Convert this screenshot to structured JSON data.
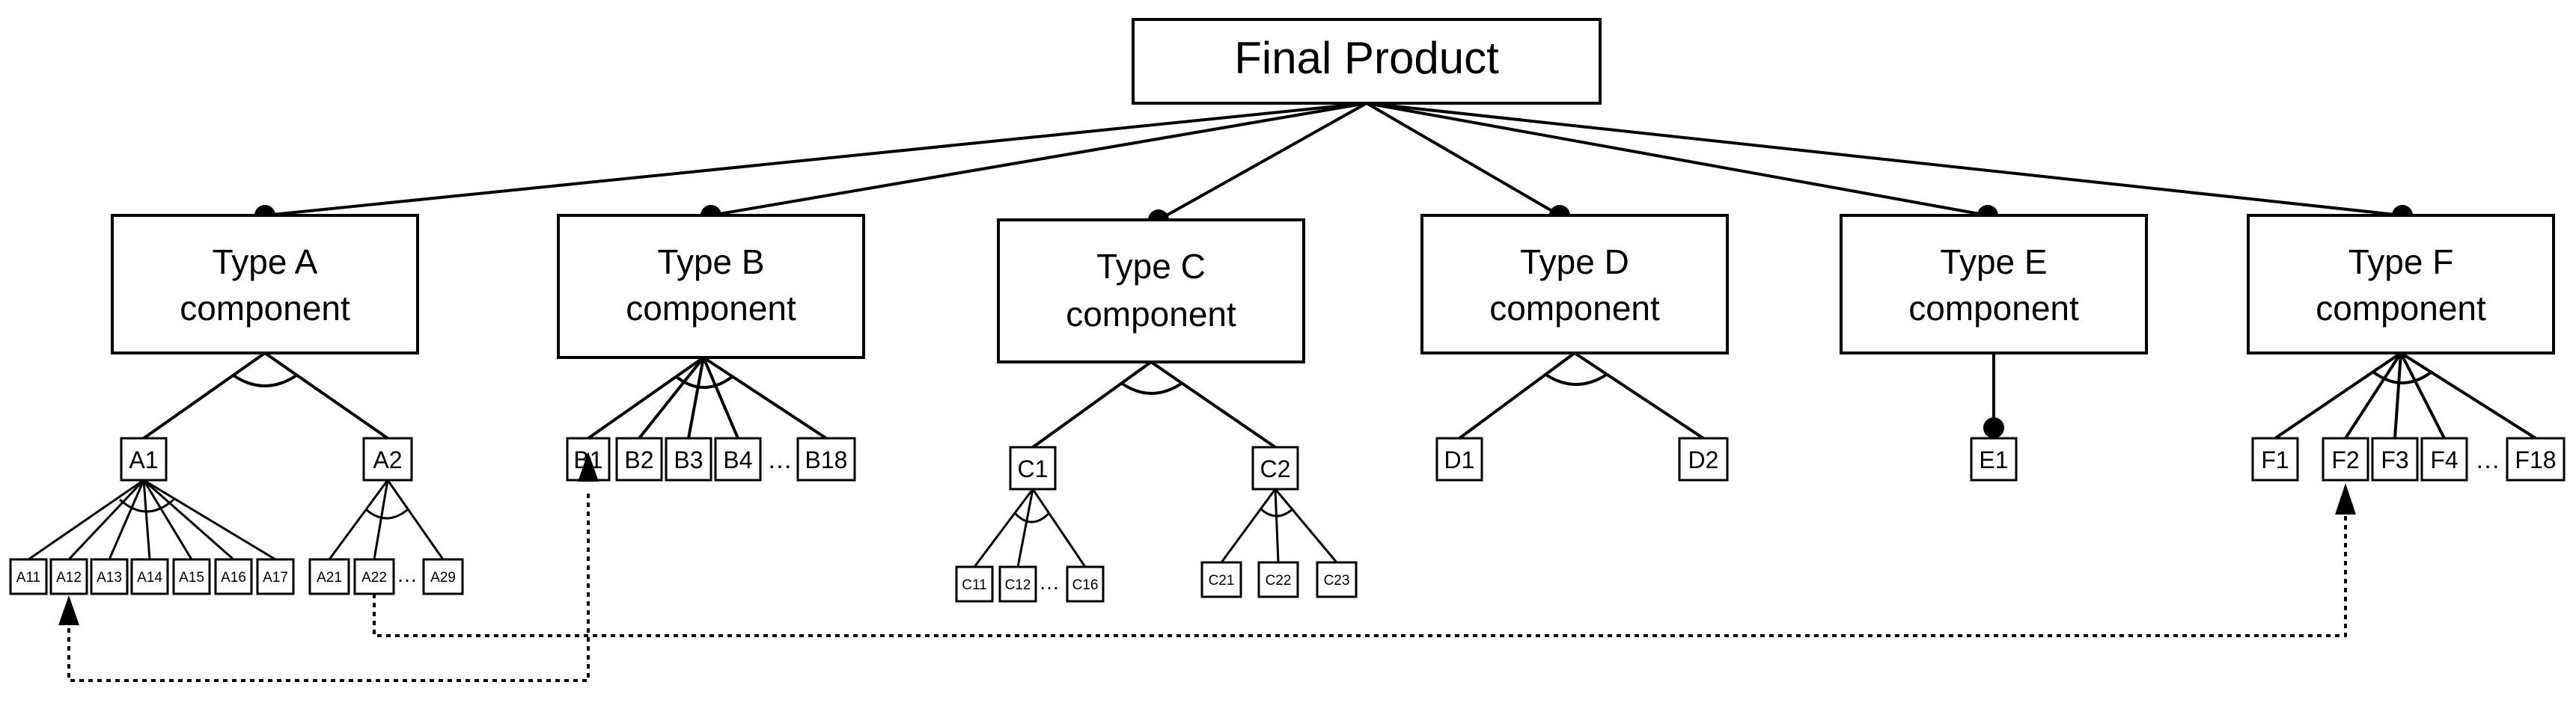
{
  "root": {
    "label": "Final Product"
  },
  "types": [
    {
      "id": "A",
      "line1": "Type A",
      "line2": "component"
    },
    {
      "id": "B",
      "line1": "Type B",
      "line2": "component"
    },
    {
      "id": "C",
      "line1": "Type C",
      "line2": "component"
    },
    {
      "id": "D",
      "line1": "Type D",
      "line2": "component"
    },
    {
      "id": "E",
      "line1": "Type E",
      "line2": "component"
    },
    {
      "id": "F",
      "line1": "Type F",
      "line2": "component"
    }
  ],
  "level2": {
    "A1": "A1",
    "A2": "A2",
    "B1": "B1",
    "B2": "B2",
    "B3": "B3",
    "B4": "B4",
    "B18": "B18",
    "C1": "C1",
    "C2": "C2",
    "D1": "D1",
    "D2": "D2",
    "E1": "E1",
    "F1": "F1",
    "F2": "F2",
    "F3": "F3",
    "F4": "F4",
    "F18": "F18"
  },
  "level3": {
    "A11": "A11",
    "A12": "A12",
    "A13": "A13",
    "A14": "A14",
    "A15": "A15",
    "A16": "A16",
    "A17": "A17",
    "A21": "A21",
    "A22": "A22",
    "A29": "A29",
    "C11": "C11",
    "C12": "C12",
    "C16": "C16",
    "C21": "C21",
    "C22": "C22",
    "C23": "C23"
  },
  "ellipsis": "…"
}
